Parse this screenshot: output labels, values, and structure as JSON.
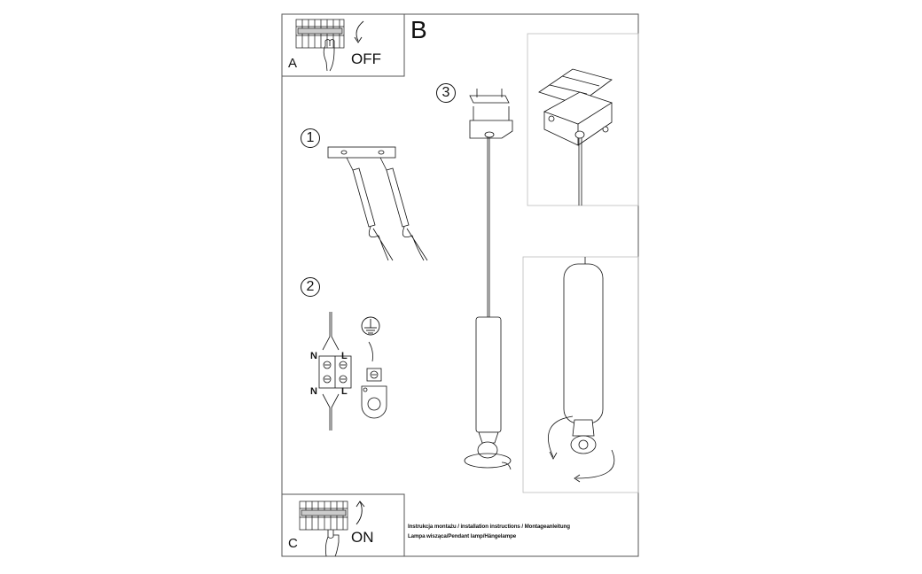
{
  "panels": {
    "a": {
      "letter": "A",
      "action": "OFF"
    },
    "b": {
      "letter": "B"
    },
    "c": {
      "letter": "C",
      "action": "ON"
    }
  },
  "steps": [
    "1",
    "2",
    "3"
  ],
  "wiring": {
    "left_top": "N",
    "right_top": "L",
    "left_bottom": "N",
    "right_bottom": "L"
  },
  "caption": {
    "line1": "Instrukcja montażu / installation instructions / Montageanleitung",
    "line2": "Lampa wisząca/Pendant lamp/Hängelampe"
  },
  "icons": [
    "breaker-icon",
    "hand-icon",
    "arrow-down-icon",
    "arrow-up-icon",
    "ground-icon",
    "screw-icon",
    "bulb-icon",
    "rotate-arrow-icon"
  ],
  "colors": {
    "line": "#111111",
    "frame": "#555555",
    "detail_frame": "#bbbbbb",
    "background": "#ffffff"
  }
}
